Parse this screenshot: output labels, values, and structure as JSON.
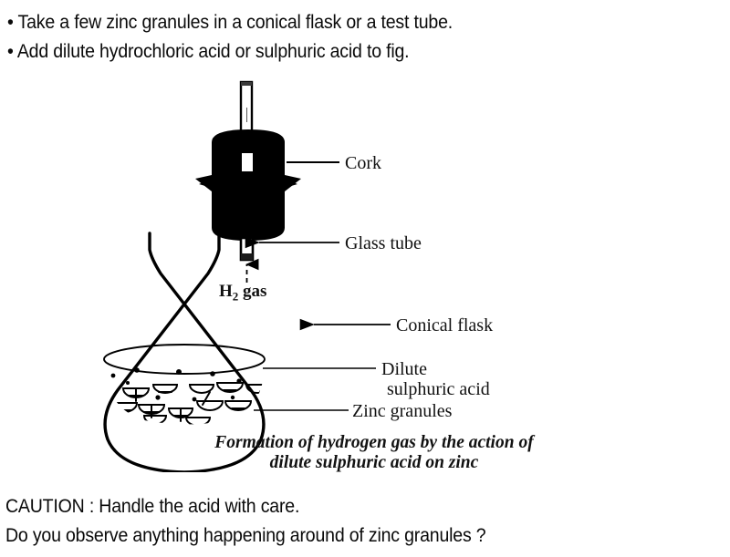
{
  "instructions": [
    "• Take a few zinc granules in a conical flask or a test tube.",
    "• Add dilute hydrochloric acid or sulphuric acid to fig."
  ],
  "figure": {
    "labels": {
      "cork": "Cork",
      "glass_tube": "Glass tube",
      "conical_flask": "Conical flask",
      "dilute": "Dilute",
      "sulphuric_acid": "sulphuric acid",
      "zinc_granules": "Zinc granules",
      "gas": "H",
      "gas_subscript": "2",
      "gas_suffix": " gas"
    },
    "caption": {
      "line1": "Formation of hydrogen gas by the action of",
      "line2": "dilute sulphuric acid on zinc"
    },
    "colors": {
      "ink": "#000000",
      "cork_fill": "#000000",
      "paper": "#ffffff"
    }
  },
  "footer": {
    "caution": "CAUTION : Handle the acid with care.",
    "question": "Do you observe anything happening around of zinc granules ?"
  }
}
